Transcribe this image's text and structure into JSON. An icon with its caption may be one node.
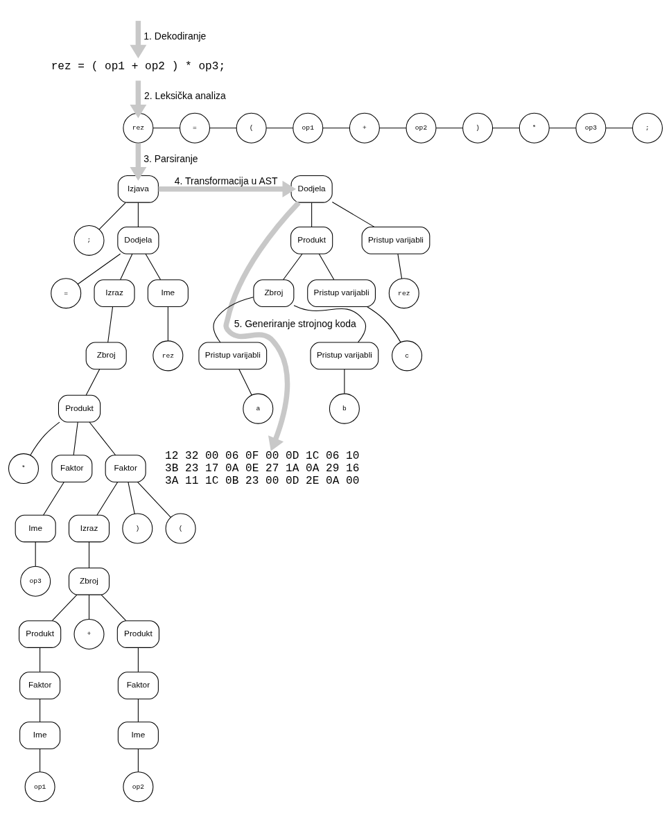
{
  "diagram": {
    "nodes": [
      {
        "text": [
          "rez = ( op1 + op2 ) * op3;"
        ]
      },
      {
        "text": [
          "rez"
        ]
      },
      {
        "text": [
          "="
        ]
      },
      {
        "text": [
          "("
        ]
      },
      {
        "text": [
          "op1"
        ]
      },
      {
        "text": [
          "+"
        ]
      },
      {
        "text": [
          "op2"
        ]
      },
      {
        "text": [
          ")"
        ]
      },
      {
        "text": [
          "*"
        ]
      },
      {
        "text": [
          "op3"
        ]
      },
      {
        "text": [
          ";"
        ]
      },
      {
        "text": [
          "Izjava"
        ]
      },
      {
        "text": [
          "Dodjela"
        ]
      },
      {
        "text": [
          ";"
        ]
      },
      {
        "text": [
          "Ime"
        ]
      },
      {
        "text": [
          "="
        ]
      },
      {
        "text": [
          "Izraz"
        ]
      },
      {
        "text": [
          "rez"
        ]
      },
      {
        "text": [
          "Zbroj"
        ]
      },
      {
        "text": [
          "Produkt"
        ]
      },
      {
        "text": [
          "Faktor"
        ]
      },
      {
        "text": [
          "*"
        ]
      },
      {
        "text": [
          "Faktor"
        ]
      },
      {
        "text": [
          "("
        ]
      },
      {
        "text": [
          "Izraz"
        ]
      },
      {
        "text": [
          ")"
        ]
      },
      {
        "text": [
          "Ime"
        ]
      },
      {
        "text": [
          "Zbroj"
        ]
      },
      {
        "text": [
          "op3"
        ]
      },
      {
        "text": [
          "Produkt"
        ]
      },
      {
        "text": [
          "+"
        ]
      },
      {
        "text": [
          "Produkt"
        ]
      },
      {
        "text": [
          "Faktor"
        ]
      },
      {
        "text": [
          "Faktor"
        ]
      },
      {
        "text": [
          "Ime"
        ]
      },
      {
        "text": [
          "Ime"
        ]
      },
      {
        "text": [
          "op1"
        ]
      },
      {
        "text": [
          "op2"
        ]
      },
      {
        "text": [
          "Dodjela"
        ]
      },
      {
        "text": [
          "Pristup varijabli"
        ]
      },
      {
        "text": [
          "Produkt"
        ]
      },
      {
        "text": [
          "rez"
        ]
      },
      {
        "text": [
          "Zbroj"
        ]
      },
      {
        "text": [
          "Pristup varijabli"
        ]
      },
      {
        "text": [
          "Pristup varijabli"
        ]
      },
      {
        "text": [
          "Pristup varijabli"
        ]
      },
      {
        "text": [
          "c"
        ]
      },
      {
        "text": [
          "a"
        ]
      },
      {
        "text": [
          "b"
        ]
      },
      {
        "text": [
          "12 32 00 06 0F 00 0D 1C 06 10",
          "3B 23 17 0A 0E 27 1A 0A 29 16",
          "3A 11 1C 0B 23 00 0D 2E 0A 00"
        ]
      }
    ],
    "edges": [
      {
        "from": null,
        "to": 0,
        "arrow": "to",
        "label": "1. Dekodiranje",
        "style": "thick",
        "color": "#c8c8c8"
      },
      {
        "from": 0,
        "to": 1,
        "arrow": "to",
        "label": "2. Leksička analiza",
        "style": "thick",
        "color": "#c8c8c8"
      },
      {
        "from": 1,
        "to": 2,
        "arrow": "none"
      },
      {
        "from": 2,
        "to": 3,
        "arrow": "none"
      },
      {
        "from": 3,
        "to": 4,
        "arrow": "none"
      },
      {
        "from": 4,
        "to": 5,
        "arrow": "none"
      },
      {
        "from": 5,
        "to": 6,
        "arrow": "none"
      },
      {
        "from": 6,
        "to": 7,
        "arrow": "none"
      },
      {
        "from": 7,
        "to": 8,
        "arrow": "none"
      },
      {
        "from": 8,
        "to": 9,
        "arrow": "none"
      },
      {
        "from": 9,
        "to": 10,
        "arrow": "none"
      },
      {
        "from": 1,
        "to": 11,
        "arrow": "to",
        "label": "3. Parsiranje",
        "style": "thick",
        "color": "#c8c8c8"
      },
      {
        "from": 11,
        "to": 12,
        "arrow": "none"
      },
      {
        "from": 11,
        "to": 13,
        "arrow": "none"
      },
      {
        "from": 12,
        "to": 14,
        "arrow": "none"
      },
      {
        "from": 12,
        "to": 15,
        "arrow": "none"
      },
      {
        "from": 12,
        "to": 16,
        "arrow": "none"
      },
      {
        "from": 14,
        "to": 17,
        "arrow": "none"
      },
      {
        "from": 16,
        "to": 18,
        "arrow": "none"
      },
      {
        "from": 18,
        "to": 19,
        "arrow": "none"
      },
      {
        "from": 19,
        "to": 20,
        "arrow": "none"
      },
      {
        "from": 19,
        "to": 21,
        "arrow": "none"
      },
      {
        "from": 19,
        "to": 22,
        "arrow": "none"
      },
      {
        "from": 20,
        "to": 23,
        "arrow": "none"
      },
      {
        "from": 20,
        "to": 24,
        "arrow": "none"
      },
      {
        "from": 20,
        "to": 25,
        "arrow": "none"
      },
      {
        "from": 22,
        "to": 26,
        "arrow": "none"
      },
      {
        "from": 24,
        "to": 27,
        "arrow": "none"
      },
      {
        "from": 26,
        "to": 28,
        "arrow": "none"
      },
      {
        "from": 27,
        "to": 29,
        "arrow": "none"
      },
      {
        "from": 27,
        "to": 30,
        "arrow": "none"
      },
      {
        "from": 27,
        "to": 31,
        "arrow": "none"
      },
      {
        "from": 29,
        "to": 32,
        "arrow": "none"
      },
      {
        "from": 31,
        "to": 33,
        "arrow": "none"
      },
      {
        "from": 32,
        "to": 34,
        "arrow": "none"
      },
      {
        "from": 33,
        "to": 35,
        "arrow": "none"
      },
      {
        "from": 34,
        "to": 36,
        "arrow": "none"
      },
      {
        "from": 35,
        "to": 37,
        "arrow": "none"
      },
      {
        "from": 11,
        "to": 38,
        "arrow": "to",
        "label": "4. Transformacija u AST",
        "style": "thick",
        "color": "#c8c8c8"
      },
      {
        "from": 38,
        "to": 39,
        "arrow": "none"
      },
      {
        "from": 38,
        "to": 40,
        "arrow": "none"
      },
      {
        "from": 39,
        "to": 41,
        "arrow": "none"
      },
      {
        "from": 40,
        "to": 42,
        "arrow": "none"
      },
      {
        "from": 40,
        "to": 43,
        "arrow": "none"
      },
      {
        "from": 42,
        "to": 44,
        "arrow": "none"
      },
      {
        "from": 42,
        "to": 45,
        "arrow": "none"
      },
      {
        "from": 43,
        "to": 46,
        "arrow": "none"
      },
      {
        "from": 44,
        "to": 47,
        "arrow": "none"
      },
      {
        "from": 45,
        "to": 48,
        "arrow": "none"
      },
      {
        "from": 38,
        "to": 49,
        "arrow": "to",
        "label": "5. Generiranje strojnog koda",
        "style": "thick",
        "color": "#c8c8c8"
      }
    ]
  }
}
